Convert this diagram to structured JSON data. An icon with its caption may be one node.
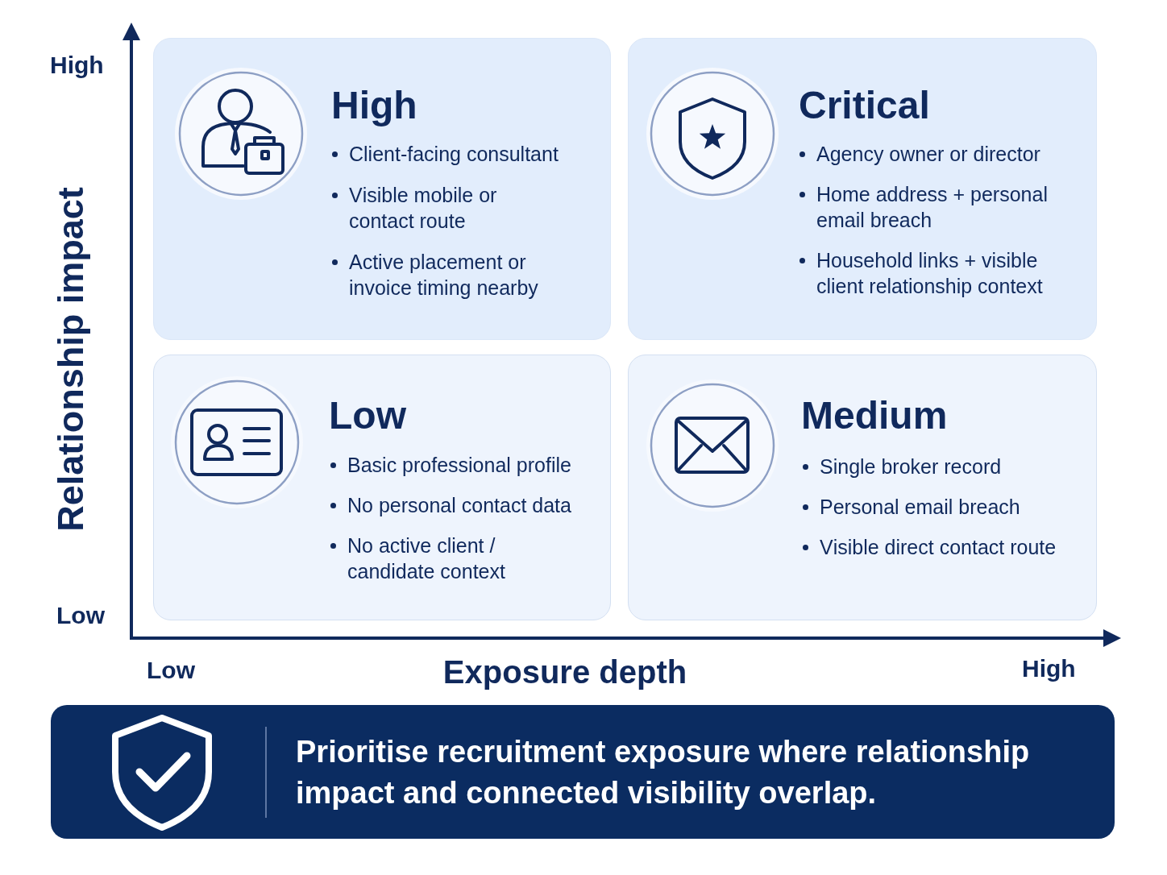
{
  "diagram": {
    "nodes": [
      {
        "text": [
          "High",
          "Client-facing consultant",
          "Visible mobile or contact route",
          "Active placement or invoice timing nearby"
        ]
      },
      {
        "text": [
          "Critical",
          "Agency owner or director",
          "Home address + personal email breach",
          "Household links + visible client relationship context"
        ]
      },
      {
        "text": [
          "Low",
          "Basic professional profile",
          "No personal contact data",
          "No active client / candidate context"
        ]
      },
      {
        "text": [
          "Medium",
          "Single broker record",
          "Personal email breach",
          "Visible direct contact route"
        ]
      },
      {
        "text": [
          "Prioritise recruitment exposure where relationship impact and connected visibility overlap."
        ]
      }
    ],
    "labels": [
      "High",
      "Relationship impact",
      "Low",
      "Low",
      "Exposure depth",
      "High"
    ]
  }
}
